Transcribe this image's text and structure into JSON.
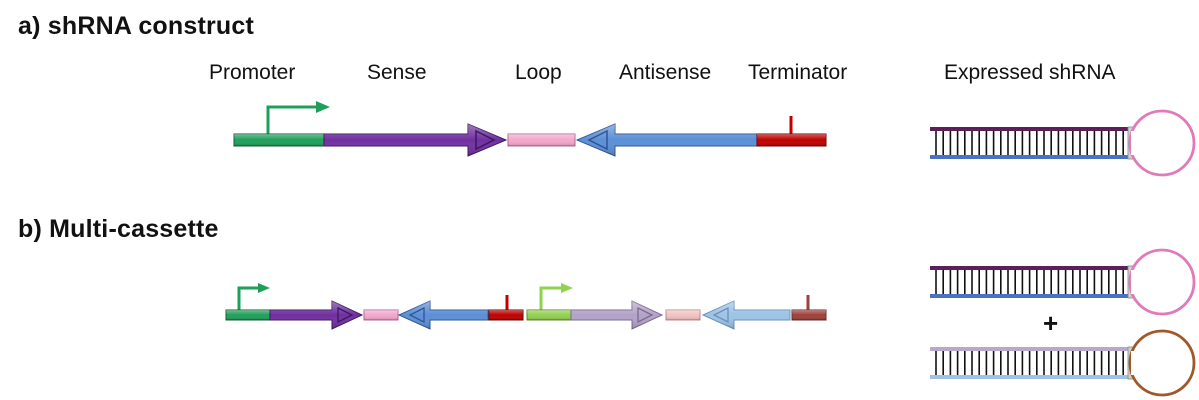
{
  "section_a": {
    "title": "a) shRNA construct",
    "labels": {
      "promoter": "Promoter",
      "sense": "Sense",
      "loop": "Loop",
      "antisense": "Antisense",
      "terminator": "Terminator",
      "expressed": "Expressed shRNA"
    }
  },
  "section_b": {
    "title": "b) Multi-cassette",
    "plus": "+"
  },
  "colors": {
    "promoter": "#1fa05a",
    "promoter_light": "#92d050",
    "sense": "#7030a0",
    "sense_light": "#b3a2c7",
    "loop": "#f4a6cc",
    "loop_light": "#f2c2c2",
    "antisense": "#5b8fd6",
    "antisense_light": "#9dc3e6",
    "terminator": "#c00000",
    "terminator_light": "#a0403a",
    "hairpin_purple": "#5c1f5a",
    "hairpin_blue": "#4a72c4",
    "hairpin_loop_pink": "#e07ab8",
    "hairpin_lilac": "#b8a9cc",
    "hairpin_lightblue": "#9dc3e6",
    "hairpin_loop_brown": "#a0582a"
  }
}
